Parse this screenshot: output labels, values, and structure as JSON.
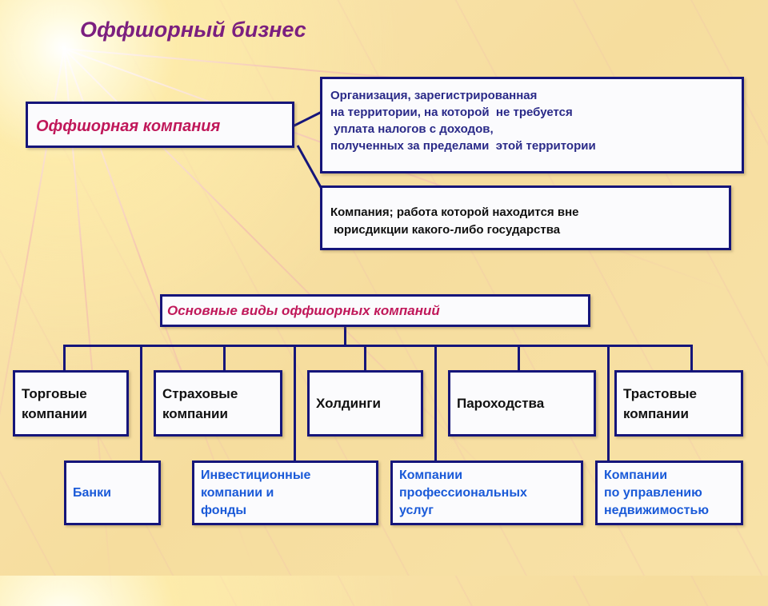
{
  "title": "Оффшорный бизнес",
  "definition": {
    "term": "Оффшорная компания",
    "definitions": [
      "Организация, зарегистрированная\nна территории, на которой  не требуется\n уплата налогов с доходов,\nполученных за пределами  этой территории",
      "Компания; работа которой находится вне\n юрисдикции какого-либо государства"
    ]
  },
  "types": {
    "heading": "Основные виды оффшорных компаний",
    "top_row": [
      [
        "Торговые",
        "компании"
      ],
      [
        "Страховые",
        "компании"
      ],
      [
        "Холдинги"
      ],
      [
        "Пароходства"
      ],
      [
        "Трастовые",
        "компании"
      ]
    ],
    "bottom_row": [
      [
        "Банки"
      ],
      [
        "Инвестиционные",
        "компании и",
        "фонды"
      ],
      [
        "Компании",
        "профессиональных",
        "услуг"
      ],
      [
        "Компании",
        "по управлению",
        "недвижимостью"
      ]
    ]
  },
  "colors": {
    "border": "#15157a",
    "title": "#7b1f7f",
    "accent": "#c0185a",
    "blue_text": "#1a5ad8"
  }
}
